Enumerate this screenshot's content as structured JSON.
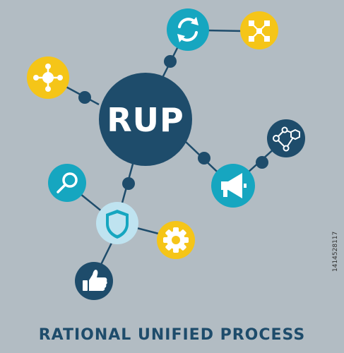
{
  "hub": {
    "label": "RUP"
  },
  "caption": "RATIONAL UNIFIED PROCESS",
  "stock_id": "1414528117",
  "colors": {
    "background": "#b2bcc3",
    "navy": "#1e4c6b",
    "teal": "#16a6c0",
    "light_blue": "#bfe3f0",
    "yellow": "#f5c518",
    "line": "#1e4c6b"
  },
  "nodes": [
    {
      "id": "molecule",
      "icon": "molecule-icon",
      "fill": "yellow"
    },
    {
      "id": "refresh",
      "icon": "refresh-arrows-icon",
      "fill": "teal"
    },
    {
      "id": "hierarchy",
      "icon": "hierarchy-icon",
      "fill": "yellow"
    },
    {
      "id": "network",
      "icon": "network-graph-icon",
      "fill": "navy"
    },
    {
      "id": "megaphone",
      "icon": "megaphone-icon",
      "fill": "teal"
    },
    {
      "id": "search",
      "icon": "magnifier-icon",
      "fill": "teal"
    },
    {
      "id": "shield",
      "icon": "shield-icon",
      "fill": "light_blue"
    },
    {
      "id": "gear",
      "icon": "gear-icon",
      "fill": "yellow"
    },
    {
      "id": "thumbs-up",
      "icon": "thumbs-up-icon",
      "fill": "navy"
    }
  ]
}
